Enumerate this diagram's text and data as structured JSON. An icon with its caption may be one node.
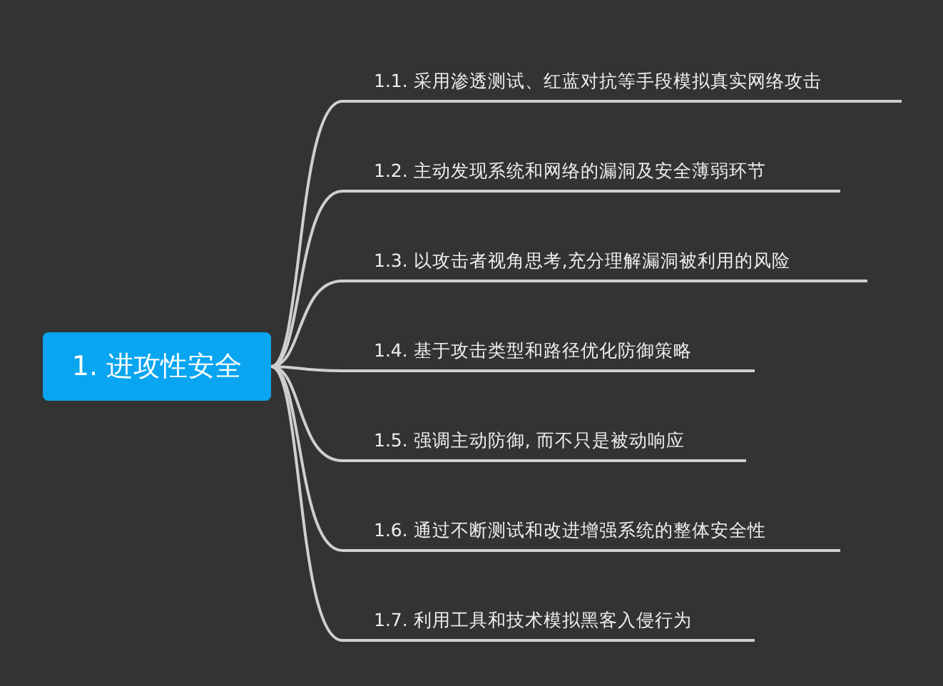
{
  "diagram": {
    "nodes": [
      {
        "text": [
          "1. 进攻性安全"
        ]
      },
      {
        "text": [
          "1.1. 采用渗透测试、红蓝对抗等手段模拟真实网络攻击"
        ]
      },
      {
        "text": [
          "1.2. 主动发现系统和网络的漏洞及安全薄弱环节"
        ]
      },
      {
        "text": [
          "1.3. 以攻击者视角思考,充分理解漏洞被利用的风险"
        ]
      },
      {
        "text": [
          "1.4. 基于攻击类型和路径优化防御策略"
        ]
      },
      {
        "text": [
          "1.5. 强调主动防御, 而不只是被动响应"
        ]
      },
      {
        "text": [
          "1.6. 通过不断测试和改进增强系统的整体安全性"
        ]
      },
      {
        "text": [
          "1.7. 利用工具和技术模拟黑客入侵行为"
        ]
      }
    ],
    "edges": [
      {
        "from": 0,
        "to": 1,
        "arrow": "none"
      },
      {
        "from": 0,
        "to": 2,
        "arrow": "none"
      },
      {
        "from": 0,
        "to": 3,
        "arrow": "none"
      },
      {
        "from": 0,
        "to": 4,
        "arrow": "none"
      },
      {
        "from": 0,
        "to": 5,
        "arrow": "none"
      },
      {
        "from": 0,
        "to": 6,
        "arrow": "none"
      },
      {
        "from": 0,
        "to": 7,
        "arrow": "none"
      }
    ]
  }
}
